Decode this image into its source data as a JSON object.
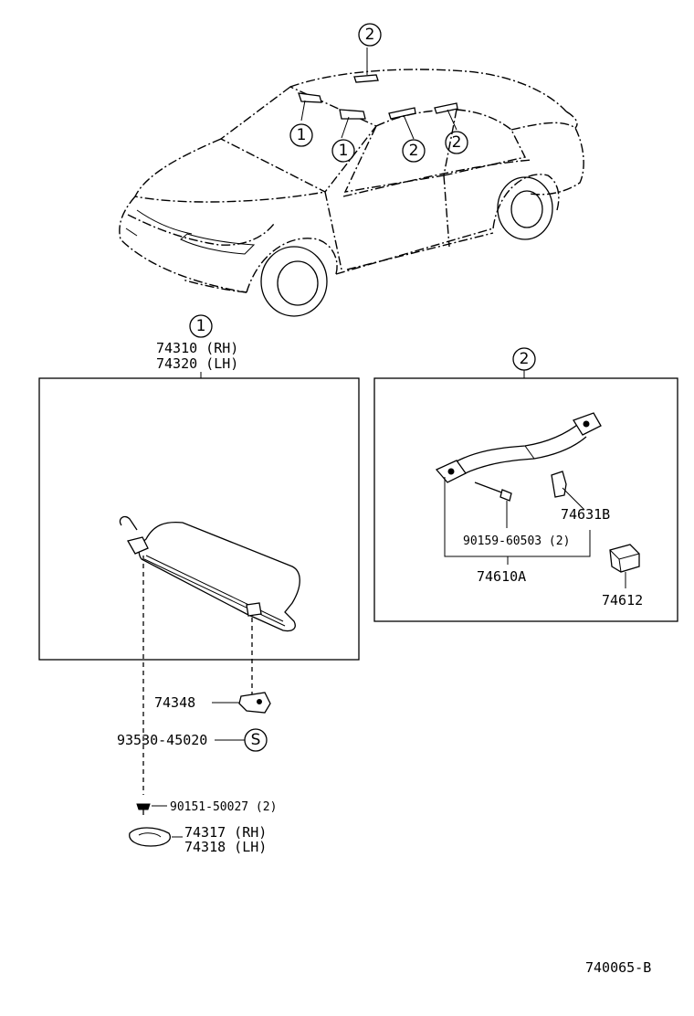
{
  "diagram": {
    "callouts": {
      "roof_top": "2",
      "front_left": "1",
      "front_right": "1",
      "rear_a": "2",
      "rear_b": "2",
      "box1": "1",
      "box2": "2",
      "s_mark": "S"
    },
    "visor_box": {
      "part_rh": "74310 (RH)",
      "part_lh": "74320 (LH)"
    },
    "grip_box": {
      "handle": "74631B",
      "screw": "90159-60503 (2)",
      "assembly": "74610A",
      "cap": "74612"
    },
    "lower_parts": {
      "holder": "74348",
      "s_part": "93530-45020",
      "clip_screw": "90151-50027 (2)",
      "bracket_rh": "74317 (RH)",
      "bracket_lh": "74318 (LH)"
    },
    "figure_code": "740065-B"
  }
}
